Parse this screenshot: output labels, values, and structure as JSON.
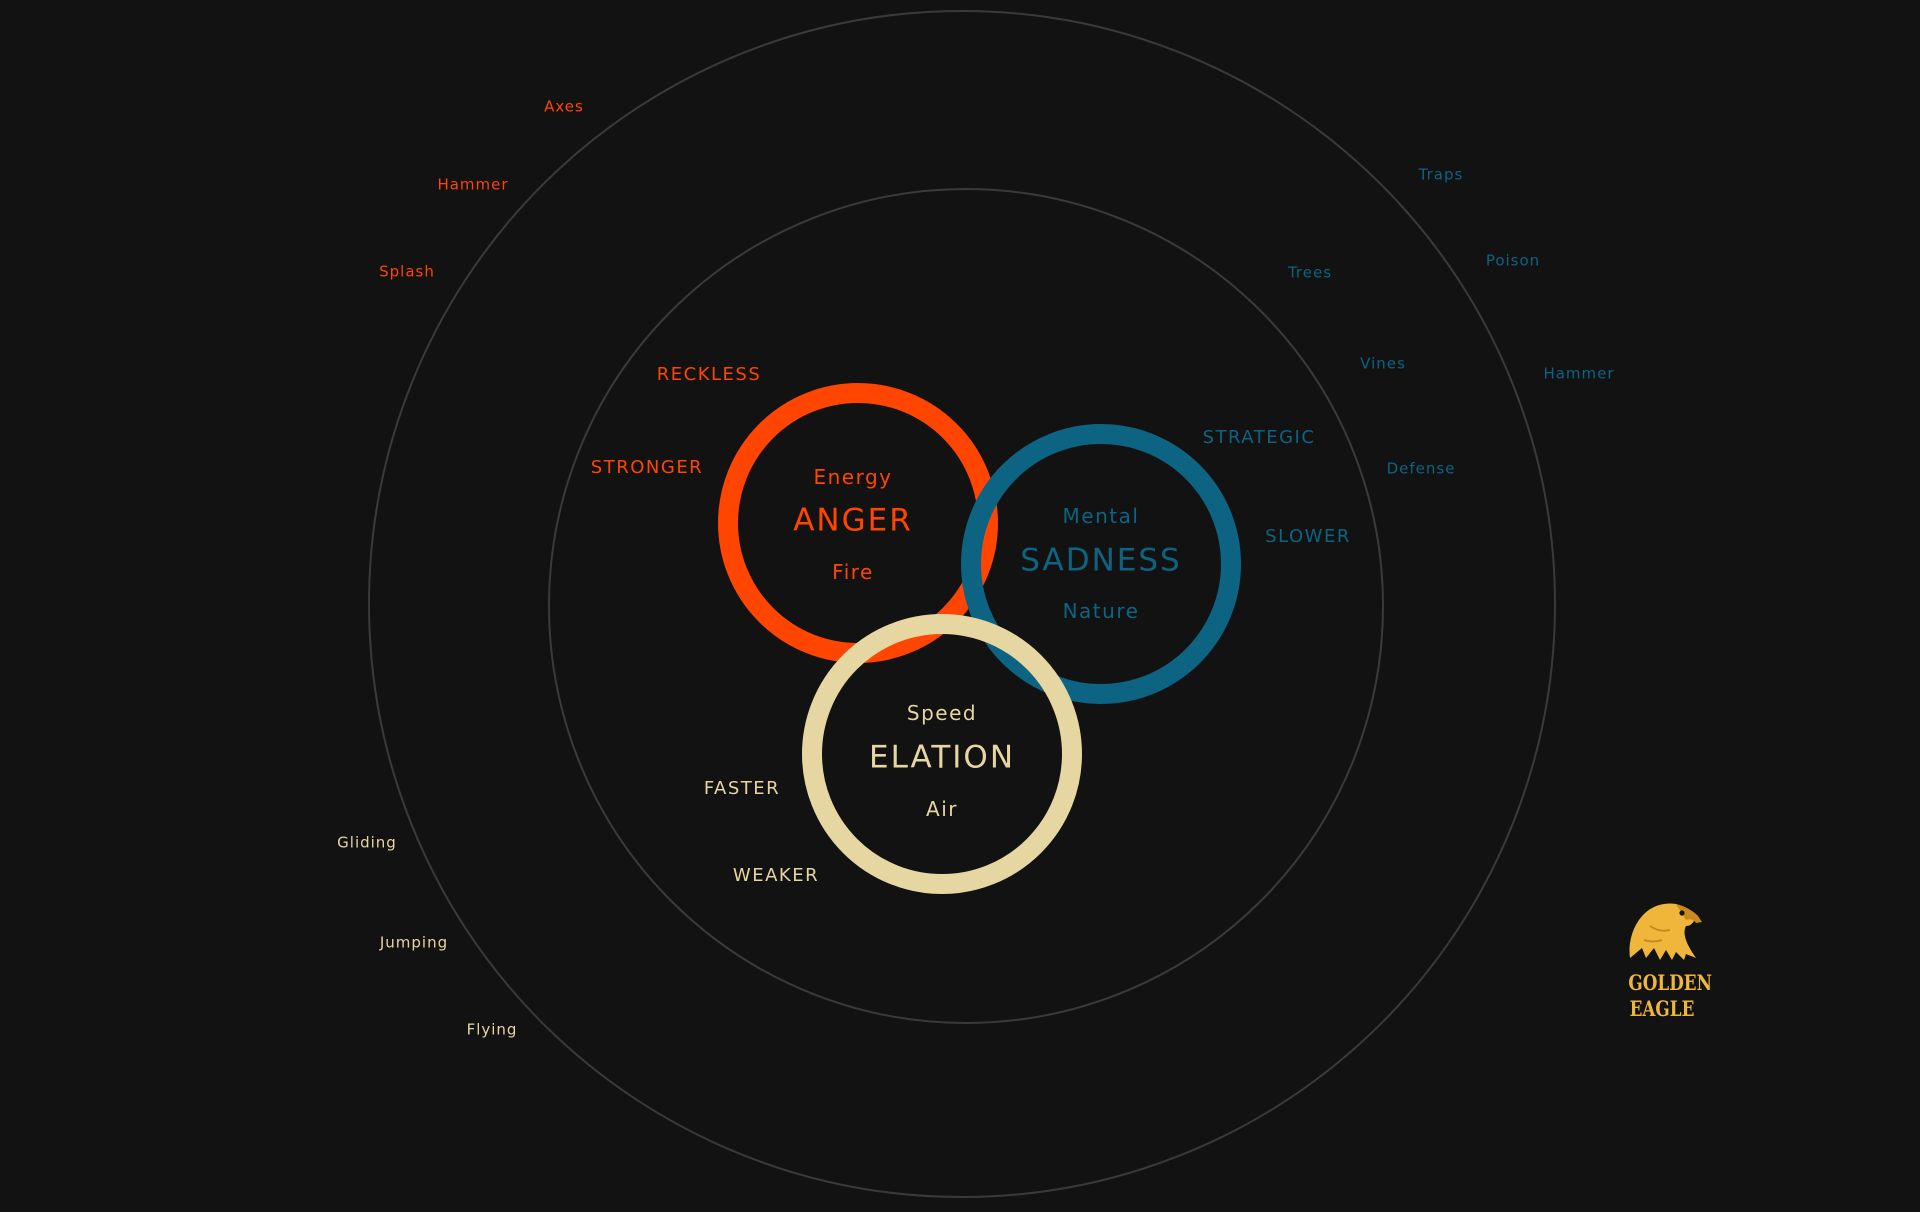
{
  "colors": {
    "background": "#121212",
    "anger": "#ff4500",
    "sadness": "#0c6482",
    "elation": "#e6d6a1",
    "ring": "#3a3a3a",
    "logo": "#f0b63c"
  },
  "emotions": {
    "anger": {
      "name": "ANGER",
      "top": "Energy",
      "bottom": "Fire"
    },
    "sadness": {
      "name": "SADNESS",
      "top": "Mental",
      "bottom": "Nature"
    },
    "elation": {
      "name": "ELATION",
      "top": "Speed",
      "bottom": "Air"
    }
  },
  "traits": {
    "anger": [
      "RECKLESS",
      "STRONGER"
    ],
    "sadness": [
      "STRATEGIC",
      "SLOWER"
    ],
    "elation": [
      "FASTER",
      "WEAKER"
    ]
  },
  "abilities": {
    "anger": [
      "Axes",
      "Hammer",
      "Splash"
    ],
    "sadness": [
      "Traps",
      "Trees",
      "Poison",
      "Vines",
      "Hammer",
      "Defense"
    ],
    "elation": [
      "Gliding",
      "Jumping",
      "Flying"
    ]
  },
  "logo": {
    "icon": "eagle-head-icon",
    "line1": "GOLDEN",
    "line2": "EAGLE"
  }
}
